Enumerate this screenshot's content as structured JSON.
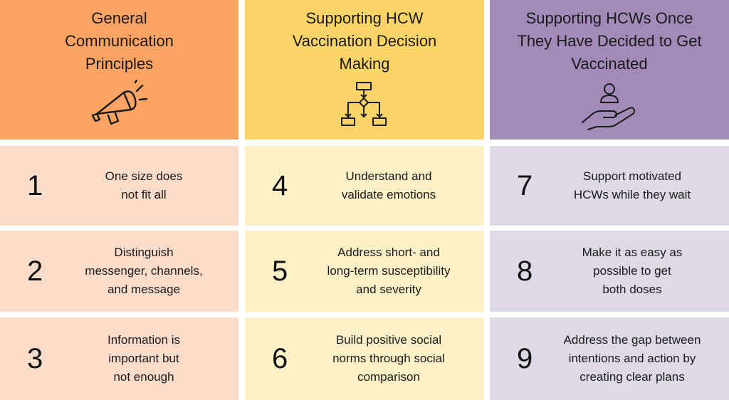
{
  "colors": {
    "col1_header": "#fda363",
    "col2_header": "#fdd468",
    "col3_header": "#a28bb8",
    "col1_cell": "#fdddc9",
    "col2_cell": "#fef0c7",
    "col3_cell": "#dfd8e7"
  },
  "columns": [
    {
      "title": "General\nCommunication\nPrinciples",
      "icon": "megaphone-icon",
      "items": [
        {
          "number": "1",
          "text": "One size does\nnot fit all"
        },
        {
          "number": "2",
          "text": "Distinguish\nmessenger, channels,\nand message"
        },
        {
          "number": "3",
          "text": "Information is\nimportant but\nnot enough"
        }
      ]
    },
    {
      "title": "Supporting HCW\nVaccination Decision\nMaking",
      "icon": "flowchart-icon",
      "items": [
        {
          "number": "4",
          "text": "Understand and\nvalidate emotions"
        },
        {
          "number": "5",
          "text": "Address short- and\nlong-term susceptibility\nand severity"
        },
        {
          "number": "6",
          "text": "Build positive social\nnorms through social\ncomparison"
        }
      ]
    },
    {
      "title": "Supporting HCWs Once\nThey Have Decided to Get\nVaccinated",
      "icon": "hand-supporting-person-icon",
      "items": [
        {
          "number": "7",
          "text": "Support motivated\nHCWs while they wait"
        },
        {
          "number": "8",
          "text": "Make it as easy as\npossible to get\nboth doses"
        },
        {
          "number": "9",
          "text": "Address the gap between\nintentions and action by\ncreating clear plans"
        }
      ]
    }
  ]
}
